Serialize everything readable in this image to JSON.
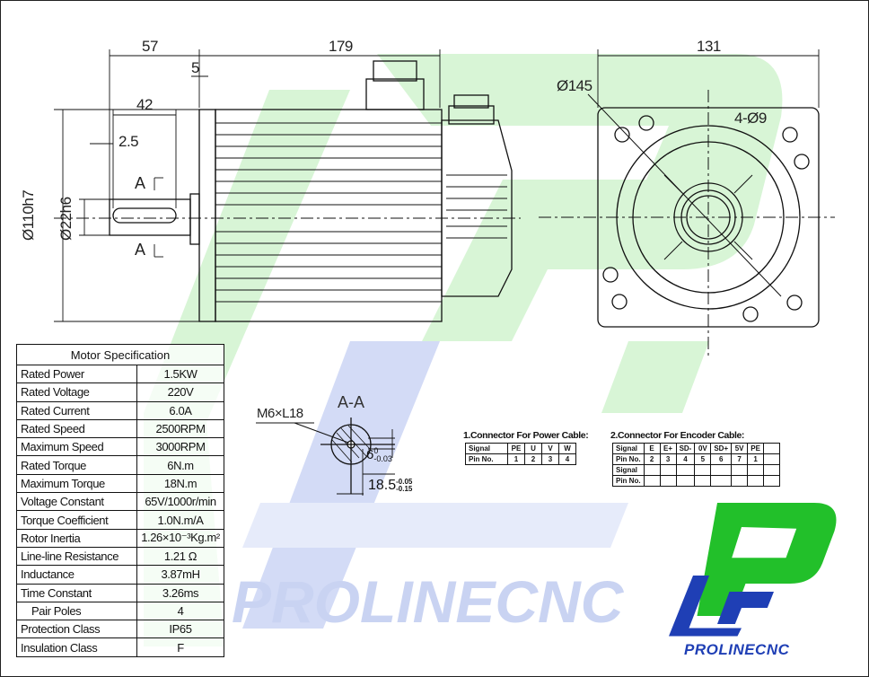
{
  "dimensions": {
    "d57": "57",
    "d179": "179",
    "d131": "131",
    "d5": "5",
    "d42": "42",
    "d2_5": "2.5",
    "phi145": "Ø145",
    "holes": "4-Ø9",
    "phi110": "Ø110h7",
    "phi22": "Ø22h6",
    "sectionA_top": "A",
    "sectionA_bottom": "A"
  },
  "section": {
    "title": "A-A",
    "thread": "M6×L18",
    "key_width": "6",
    "key_tol_upper": "0",
    "key_tol_lower": "-0.03",
    "depth": "18.5",
    "depth_tol_upper": "-0.05",
    "depth_tol_lower": "-0.15"
  },
  "spec_table": {
    "title": "Motor Specification",
    "rows": [
      {
        "label": "Rated Power",
        "value": "1.5KW"
      },
      {
        "label": "Rated Voltage",
        "value": "220V"
      },
      {
        "label": "Rated Current",
        "value": "6.0A"
      },
      {
        "label": "Rated Speed",
        "value": "2500RPM"
      },
      {
        "label": "Maximum Speed",
        "value": "3000RPM"
      },
      {
        "label": "Rated Torque",
        "value": "6N.m"
      },
      {
        "label": "Maximum Torque",
        "value": "18N.m"
      },
      {
        "label": "Voltage Constant",
        "value": "65V/1000r/min"
      },
      {
        "label": "Torque Coefficient",
        "value": "1.0N.m/A"
      },
      {
        "label": "Rotor Inertia",
        "value": "1.26×10⁻³Kg.m²"
      },
      {
        "label": "Line-line Resistance",
        "value": "1.21 Ω"
      },
      {
        "label": "Inductance",
        "value": "3.87mH"
      },
      {
        "label": "Time Constant",
        "value": "3.26ms"
      },
      {
        "label": "Pair Poles",
        "value": "4"
      },
      {
        "label": "Protection Class",
        "value": "IP65"
      },
      {
        "label": "Insulation Class",
        "value": "F"
      }
    ]
  },
  "power_connector": {
    "title": "1.Connector For Power Cable:",
    "signal_label": "Signal",
    "pin_label": "Pin No.",
    "signals": [
      "PE",
      "U",
      "V",
      "W"
    ],
    "pins": [
      "1",
      "2",
      "3",
      "4"
    ]
  },
  "encoder_connector": {
    "title": "2.Connector For Encoder Cable:",
    "signal_label": "Signal",
    "pin_label": "Pin No.",
    "signals": [
      "E",
      "E+",
      "SD-",
      "0V",
      "SD+",
      "5V",
      "PE",
      ""
    ],
    "pins": [
      "2",
      "3",
      "4",
      "5",
      "6",
      "7",
      "1",
      ""
    ]
  },
  "logo": {
    "text": "PROLINECNC",
    "watermark": "PROLINECNC"
  },
  "colors": {
    "green": "#22c02a",
    "blue": "#1f3fb5",
    "wm_green": "#d8f5d6",
    "wm_blue": "#d3dbf6"
  }
}
